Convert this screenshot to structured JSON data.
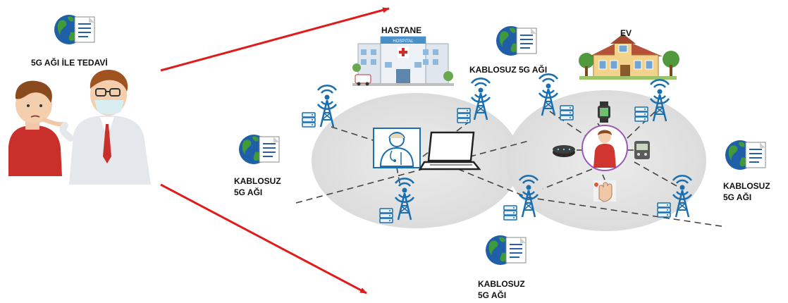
{
  "labels": {
    "treatment": "5G AĞI İLE TEDAVİ",
    "hospital": "HASTANE",
    "home": "EV",
    "wireless_top": "KABLOSUZ 5G AĞI",
    "wireless_left_1": "KABLOSUZ",
    "wireless_left_2": "5G AĞI",
    "wireless_right_1": "KABLOSUZ",
    "wireless_right_2": "5G AĞI",
    "wireless_bottom_1": "KABLOSUZ",
    "wireless_bottom_2": "5G AĞI"
  },
  "hospital_sign": "HOSPITAL",
  "icons": [
    "globe-document-icon",
    "doctor-patient-icon",
    "hospital-icon",
    "house-icon",
    "antenna-tower-icon",
    "server-icon",
    "laptop-icon",
    "doctor-icon",
    "patient-icon",
    "smartwatch-icon",
    "blood-pressure-monitor-icon",
    "smart-speaker-icon",
    "hand-sensor-icon"
  ],
  "colors": {
    "arrow": "#e11b1b",
    "tower": "#1a6fb0",
    "zone": "#e2e2e2"
  }
}
